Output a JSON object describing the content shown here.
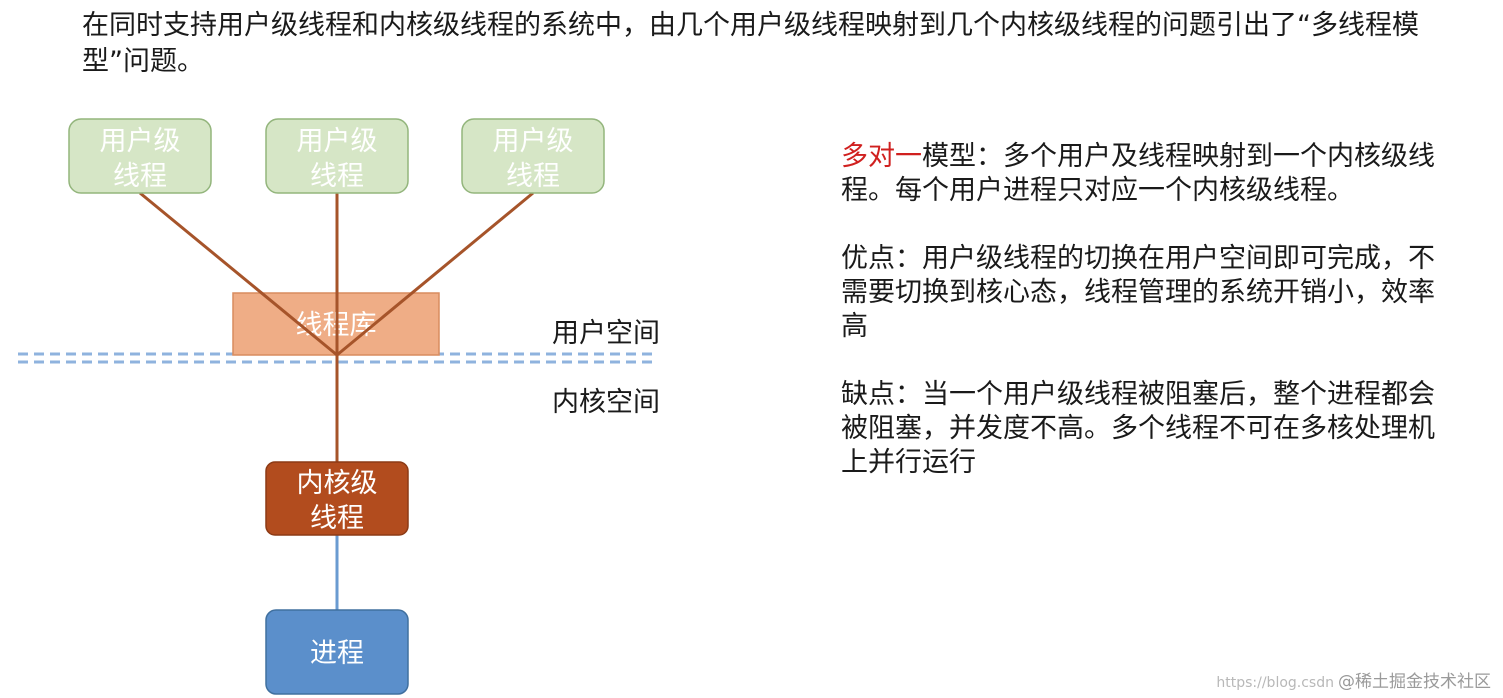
{
  "intro_text": "在同时支持用户级线程和内核级线程的系统中，由几个用户级线程映射到几个内核级线程的问题引出了“多线程模型”问题。",
  "diagram": {
    "user_threads": [
      {
        "line1": "用户级",
        "line2": "线程"
      },
      {
        "line1": "用户级",
        "line2": "线程"
      },
      {
        "line1": "用户级",
        "line2": "线程"
      }
    ],
    "thread_library": "线程库",
    "kernel_thread": {
      "line1": "内核级",
      "line2": "线程"
    },
    "process": "进程",
    "user_space_label": "用户空间",
    "kernel_space_label": "内核空间"
  },
  "description": {
    "model_name": "多对一",
    "model_text": "模型：多个用户及线程映射到一个内核级线程。每个用户进程只对应一个内核级线程。",
    "advantages": "优点：用户级线程的切换在用户空间即可完成，不需要切换到核心态，线程管理的系统开销小，效率高",
    "disadvantages": "缺点：当一个用户级线程被阻塞后，整个进程都会被阻塞，并发度不高。多个线程不可在多核处理机上并行运行"
  },
  "watermark": {
    "url": "https://blog.csdn",
    "brand": "@稀土掘金技术社区"
  },
  "colors": {
    "user_thread_fill": "#d6e6c6",
    "user_thread_stroke": "#93b57c",
    "user_thread_text": "#ffffff",
    "thread_library_fill": "#efad86",
    "kernel_thread_fill": "#b24c1e",
    "process_fill": "#5b8fcb",
    "connector_line": "#a6542a",
    "process_line": "#6a9bd1",
    "divider_line": "#8fb3de",
    "accent_red": "#d0201f"
  }
}
